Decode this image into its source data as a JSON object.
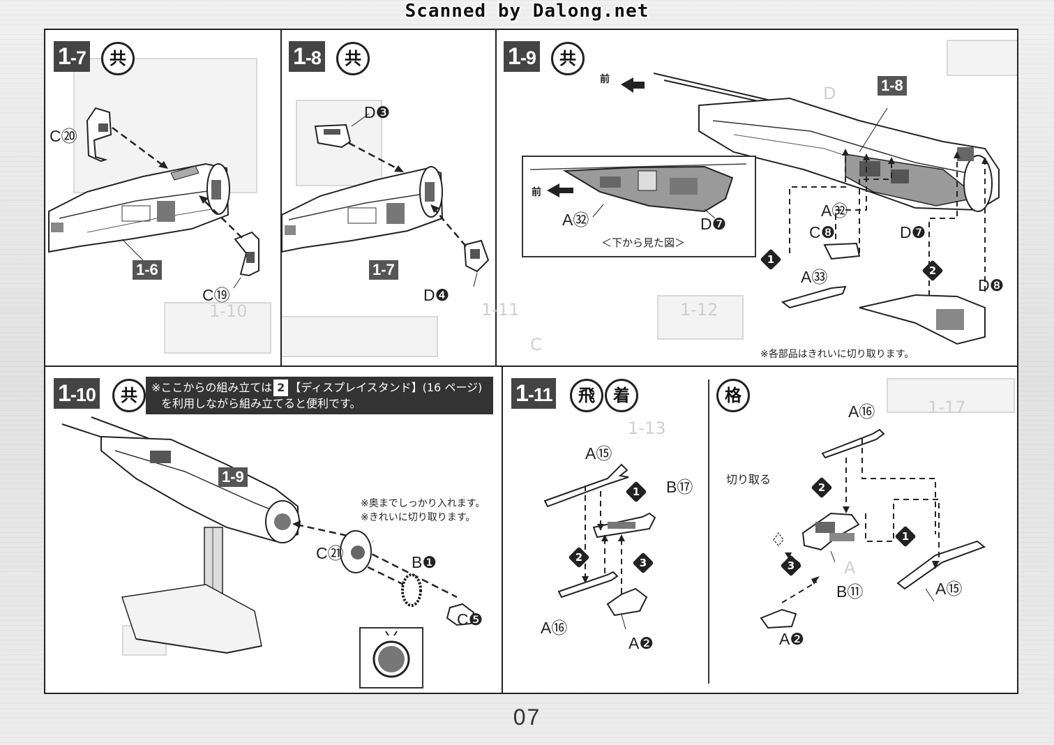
{
  "header": {
    "scan_credit": "Scanned by Dalong.net"
  },
  "page_number": "07",
  "steps": {
    "s1_7": {
      "num": "1",
      "sub": "-7",
      "icon": "共",
      "parts": [
        "C⑳",
        "C⑲"
      ],
      "ref": "1-6"
    },
    "s1_8": {
      "num": "1",
      "sub": "-8",
      "icon": "共",
      "parts": [
        "D❸",
        "D❹"
      ],
      "ref": "1-7"
    },
    "s1_9": {
      "num": "1",
      "sub": "-9",
      "icon": "共",
      "front": "前",
      "ref": "1-8",
      "inset_caption": "＜下から見た図＞",
      "inset_parts": [
        "A㉜",
        "D❼"
      ],
      "parts": [
        "A㉜",
        "C❽",
        "D❼",
        "A㉝",
        "D❽"
      ],
      "seq": [
        "1",
        "2"
      ],
      "note": "※各部品はきれいに切り取ります。"
    },
    "s1_10": {
      "num": "1",
      "sub": "-10",
      "icon": "共",
      "banner_line1_a": "※ここからの組み立ては",
      "banner_box": "2",
      "banner_line1_b": "【ディスプレイスタンド】(16 ページ)",
      "banner_line2": "を利用しながら組み立てると便利です。",
      "ref": "1-9",
      "notes": [
        "※奥までしっかり入れます。",
        "※きれいに切り取ります。"
      ],
      "parts": [
        "C㉑",
        "B❶",
        "C❺"
      ]
    },
    "s1_11": {
      "num": "1",
      "sub": "-11",
      "icons": [
        "飛",
        "着"
      ],
      "parts": [
        "A⑮",
        "B⑰",
        "A⑯",
        "A❷"
      ],
      "seq": [
        "1",
        "2",
        "3"
      ]
    },
    "kaku": {
      "icon": "格",
      "cut_label": "切り取る",
      "parts": [
        "A⑯",
        "B⑪",
        "A❷",
        "A⑮"
      ],
      "seq": [
        "1",
        "2",
        "3"
      ]
    }
  },
  "ghost_text": [
    "1-10",
    "1-11",
    "1-12",
    "1-13",
    "1-17",
    "A",
    "C",
    "D"
  ]
}
